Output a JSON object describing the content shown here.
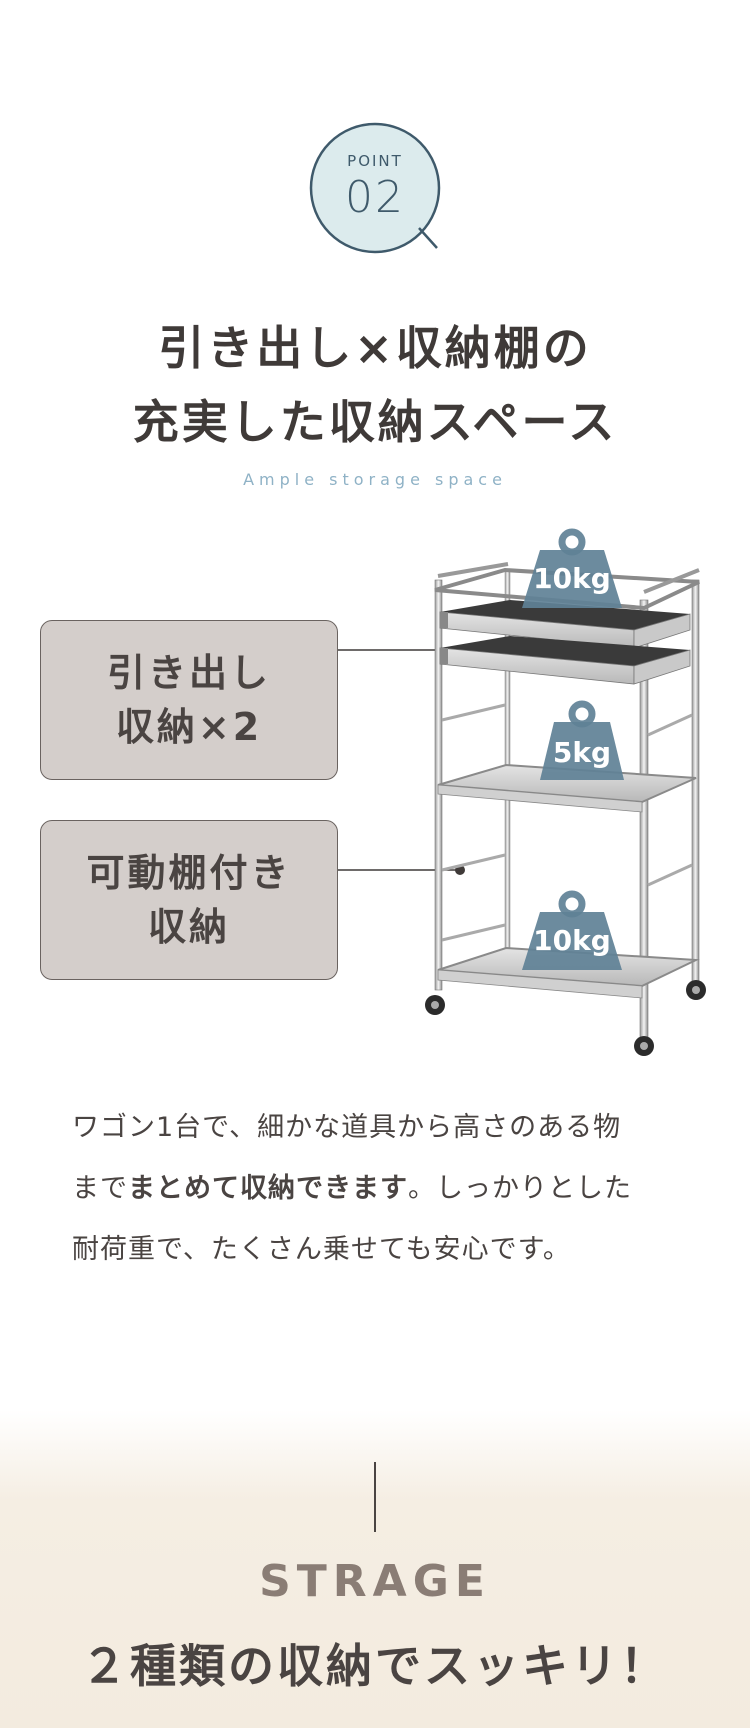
{
  "point": {
    "label": "POINT",
    "number": "02"
  },
  "headline": {
    "line1": "引き出し×収納棚の",
    "line2": "充実した収納スペース",
    "subtitle": "Ample storage space"
  },
  "features": {
    "drawer": {
      "line1": "引き出し",
      "line2": "収納×2"
    },
    "shelf": {
      "line1": "可動棚付き",
      "line2": "収納"
    }
  },
  "weights": {
    "top": "10kg",
    "middle": "5kg",
    "bottom": "10kg"
  },
  "description": {
    "line1": "ワゴン1台で、細かな道具から高さのある物",
    "line2_pre": "まで",
    "line2_strong": "まとめて収納できます",
    "line2_post": "。しっかりとした",
    "line3": "耐荷重で、たくさん乗せても安心です。"
  },
  "banner": {
    "en": "STRAGE",
    "jp": "２種類の収納でスッキリ！"
  },
  "colors": {
    "accent_blue": "#3f5a6b",
    "circle_fill": "#dcebed",
    "weight_fill": "#5f8196",
    "box_fill": "#d4cecb",
    "banner_bg": "#f3ebdf"
  }
}
